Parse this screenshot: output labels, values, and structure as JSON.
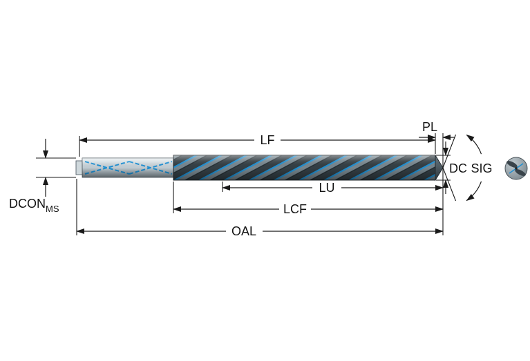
{
  "labels": {
    "lf": "LF",
    "pl": "PL",
    "dc": "DC",
    "sig": "SIG",
    "dcon": "DCON",
    "dcon_subscript": "MS",
    "lu": "LU",
    "lcf": "LCF",
    "oal": "OAL"
  },
  "colors": {
    "accent_blue": "#1e8fd2",
    "dimension_line": "#1a1a1a",
    "shank_light": "#d9e0e4",
    "shank_dark": "#9fadb5",
    "flute_dark": "#333e44",
    "flute_gray": "#76858d",
    "background": "#ffffff"
  }
}
